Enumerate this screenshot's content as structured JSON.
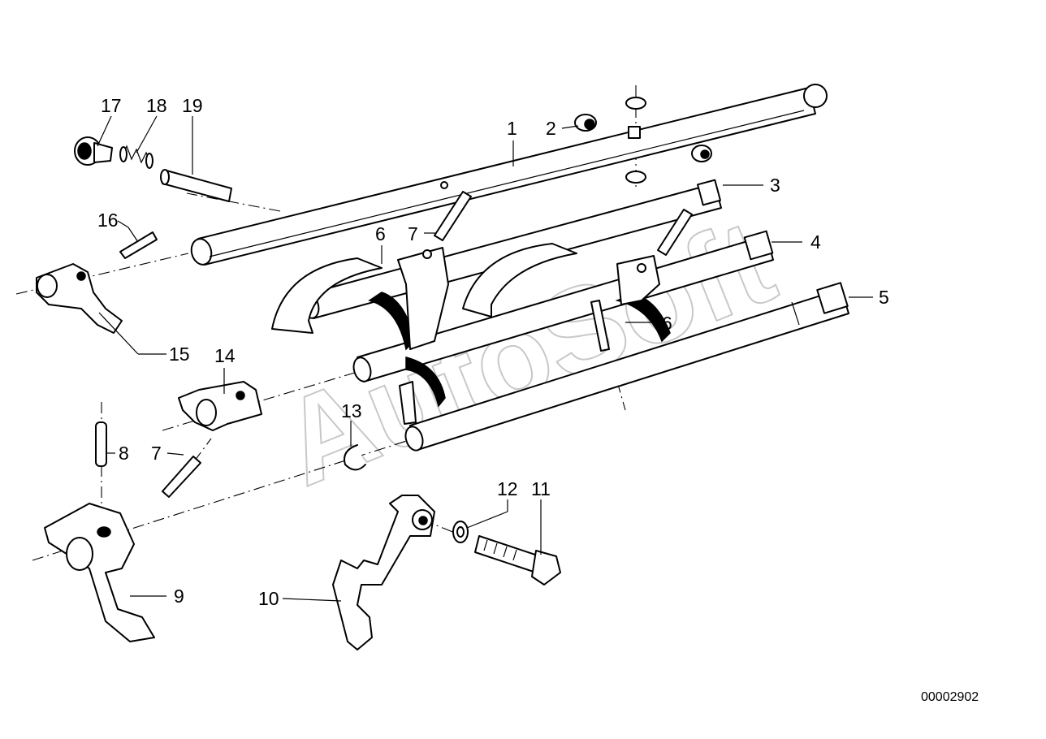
{
  "diagram": {
    "part_numbers": [
      "1",
      "2",
      "3",
      "4",
      "5",
      "6",
      "6",
      "7",
      "7",
      "8",
      "9",
      "10",
      "11",
      "12",
      "13",
      "14",
      "15",
      "16",
      "17",
      "18",
      "19"
    ],
    "watermark": "AutoSoft",
    "drawing_code": "00002902"
  }
}
